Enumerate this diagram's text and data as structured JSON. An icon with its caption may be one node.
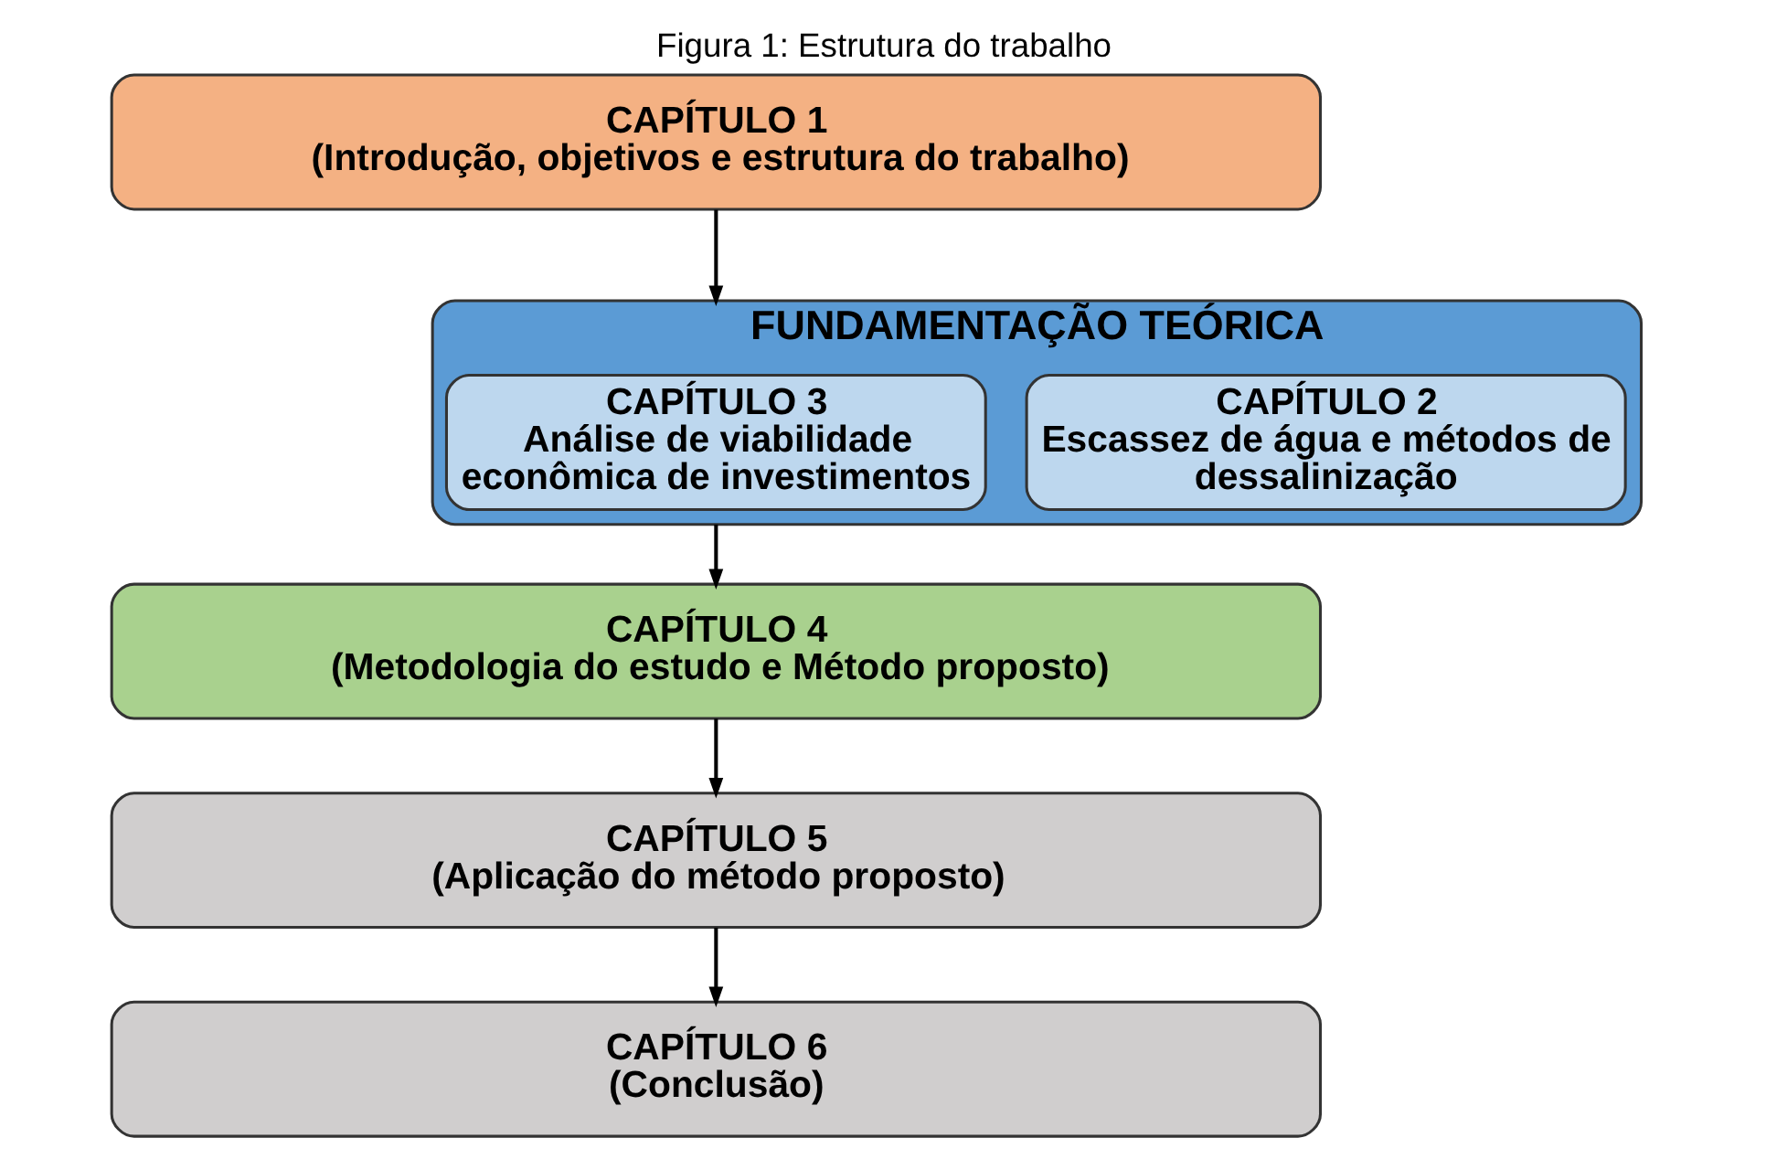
{
  "diagram": {
    "title": "Figura 1: Estrutura do trabalho",
    "nodes": [
      {
        "text": [
          "CAPÍTULO 1",
          "(Introdução, objetivos e estrutura do trabalho)"
        ]
      },
      {
        "text": [
          "FUNDAMENTAÇÃO TEÓRICA"
        ]
      },
      {
        "text": [
          "CAPÍTULO 2",
          "Escassez de água e métodos de dessalinização"
        ],
        "in": 1
      },
      {
        "text": [
          "CAPÍTULO 3",
          "Análise de viabilidade econômica de investimentos"
        ],
        "in": 1
      },
      {
        "text": [
          "CAPÍTULO 4",
          "(Metodologia do estudo e Método proposto)"
        ]
      },
      {
        "text": [
          "CAPÍTULO 5",
          "(Aplicação do método proposto)"
        ]
      },
      {
        "text": [
          "CAPÍTULO 6",
          "(Conclusão)"
        ]
      }
    ],
    "edges": [
      {
        "from": 0,
        "to": 1,
        "arrow": "to"
      },
      {
        "from": 1,
        "to": 4,
        "arrow": "to"
      },
      {
        "from": 4,
        "to": 5,
        "arrow": "to"
      },
      {
        "from": 5,
        "to": 6,
        "arrow": "to"
      }
    ]
  }
}
